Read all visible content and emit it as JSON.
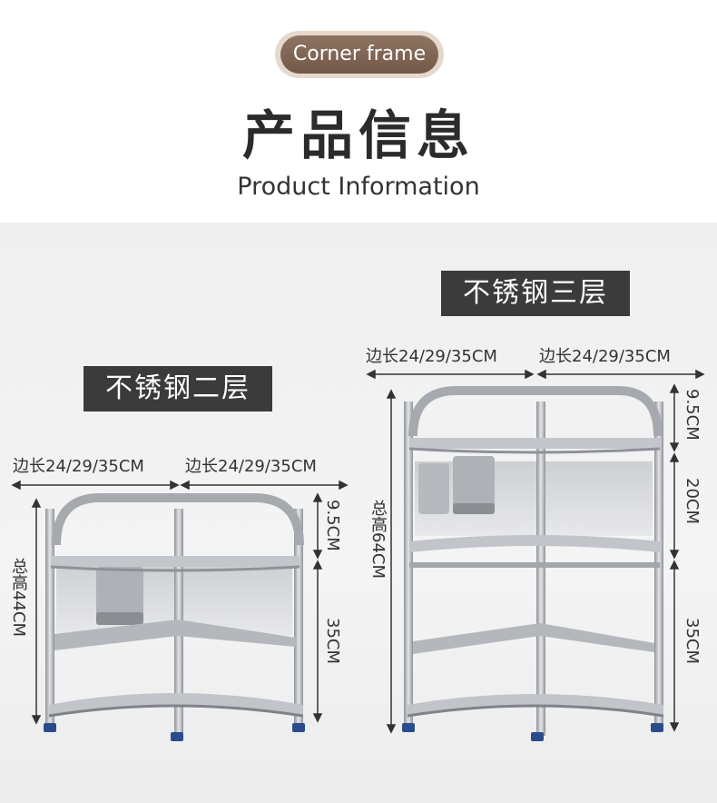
{
  "header": {
    "tag": "Corner frame",
    "title_cn": "产品信息",
    "title_en": "Product Information"
  },
  "two_tier": {
    "badge": "不锈钢二层",
    "side_left": "边长24/29/35CM",
    "side_right": "边长24/29/35CM",
    "height_total": "总高44CM",
    "height_top": "9.5CM",
    "height_gap": "35CM"
  },
  "three_tier": {
    "badge": "不锈钢三层",
    "side_left": "边长24/29/35CM",
    "side_right": "边长24/29/35CM",
    "height_total": "总高64CM",
    "height_top": "9.5CM",
    "height_mid": "20CM",
    "height_bottom": "35CM"
  },
  "colors": {
    "badge_bg": "#3b3b3b",
    "pill_bg": "#7d6352",
    "steel": "#b9bcc0",
    "feet": "#2a4c8c"
  }
}
